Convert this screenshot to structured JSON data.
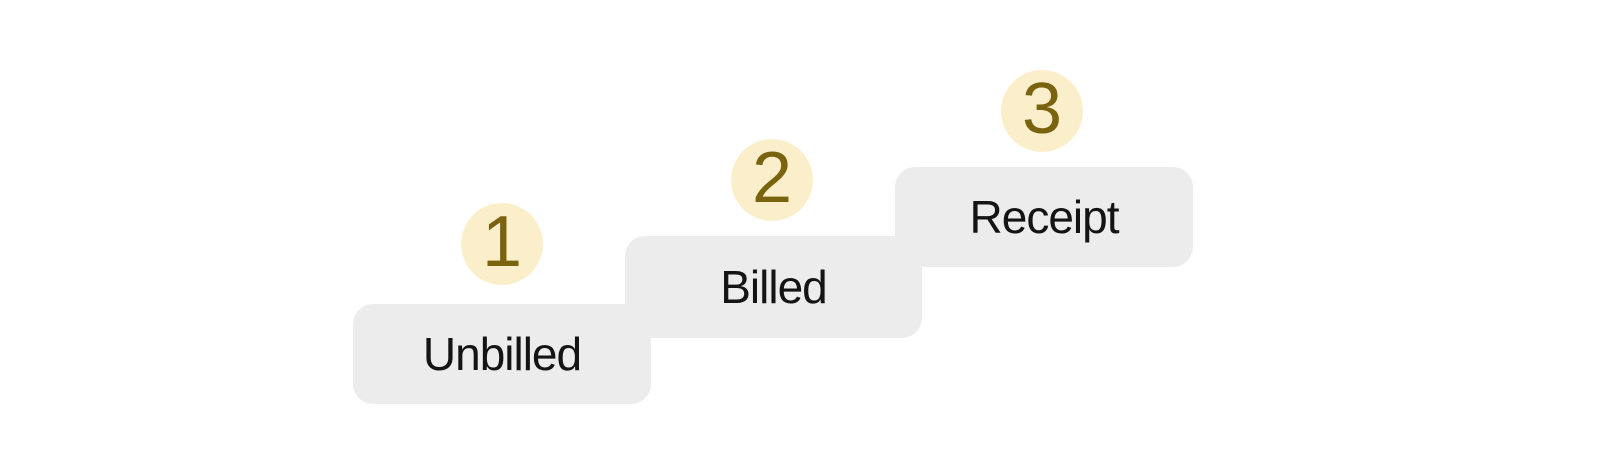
{
  "diagram": {
    "type": "staircase-process",
    "steps": [
      {
        "number": "1",
        "label": "Unbilled"
      },
      {
        "number": "2",
        "label": "Billed"
      },
      {
        "number": "3",
        "label": "Receipt"
      }
    ],
    "colors": {
      "background": "#ffffff",
      "step_box_fill": "#ececec",
      "step_label_text": "#141414",
      "number_badge_fill": "#fbefcb",
      "number_text": "#7a630f"
    }
  }
}
